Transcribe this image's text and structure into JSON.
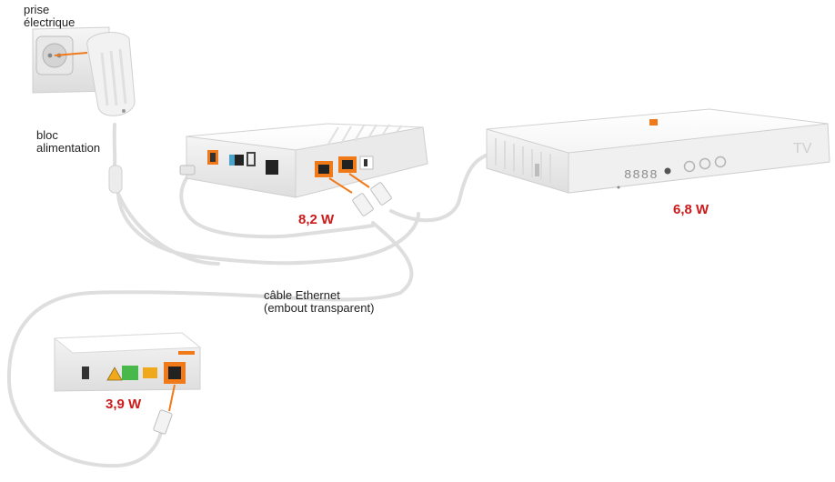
{
  "labels": {
    "outlet_line1": "prise",
    "outlet_line2": "électrique",
    "adapter_line1": "bloc",
    "adapter_line2": "alimentation",
    "cable_line1": "câble Ethernet",
    "cable_line2": "(embout transparent)"
  },
  "power": {
    "router": "8,2 W",
    "tv_box": "6,8 W",
    "ont": "3,9 W"
  },
  "devices": {
    "tv_box_logo": "TV",
    "tv_box_display": "8888"
  },
  "colors": {
    "accent": "#f07a1a",
    "watt_text": "#cc1a1a",
    "device_body": "#f4f4f4",
    "green_port": "#49b84a",
    "cable": "#e2e2e2"
  }
}
